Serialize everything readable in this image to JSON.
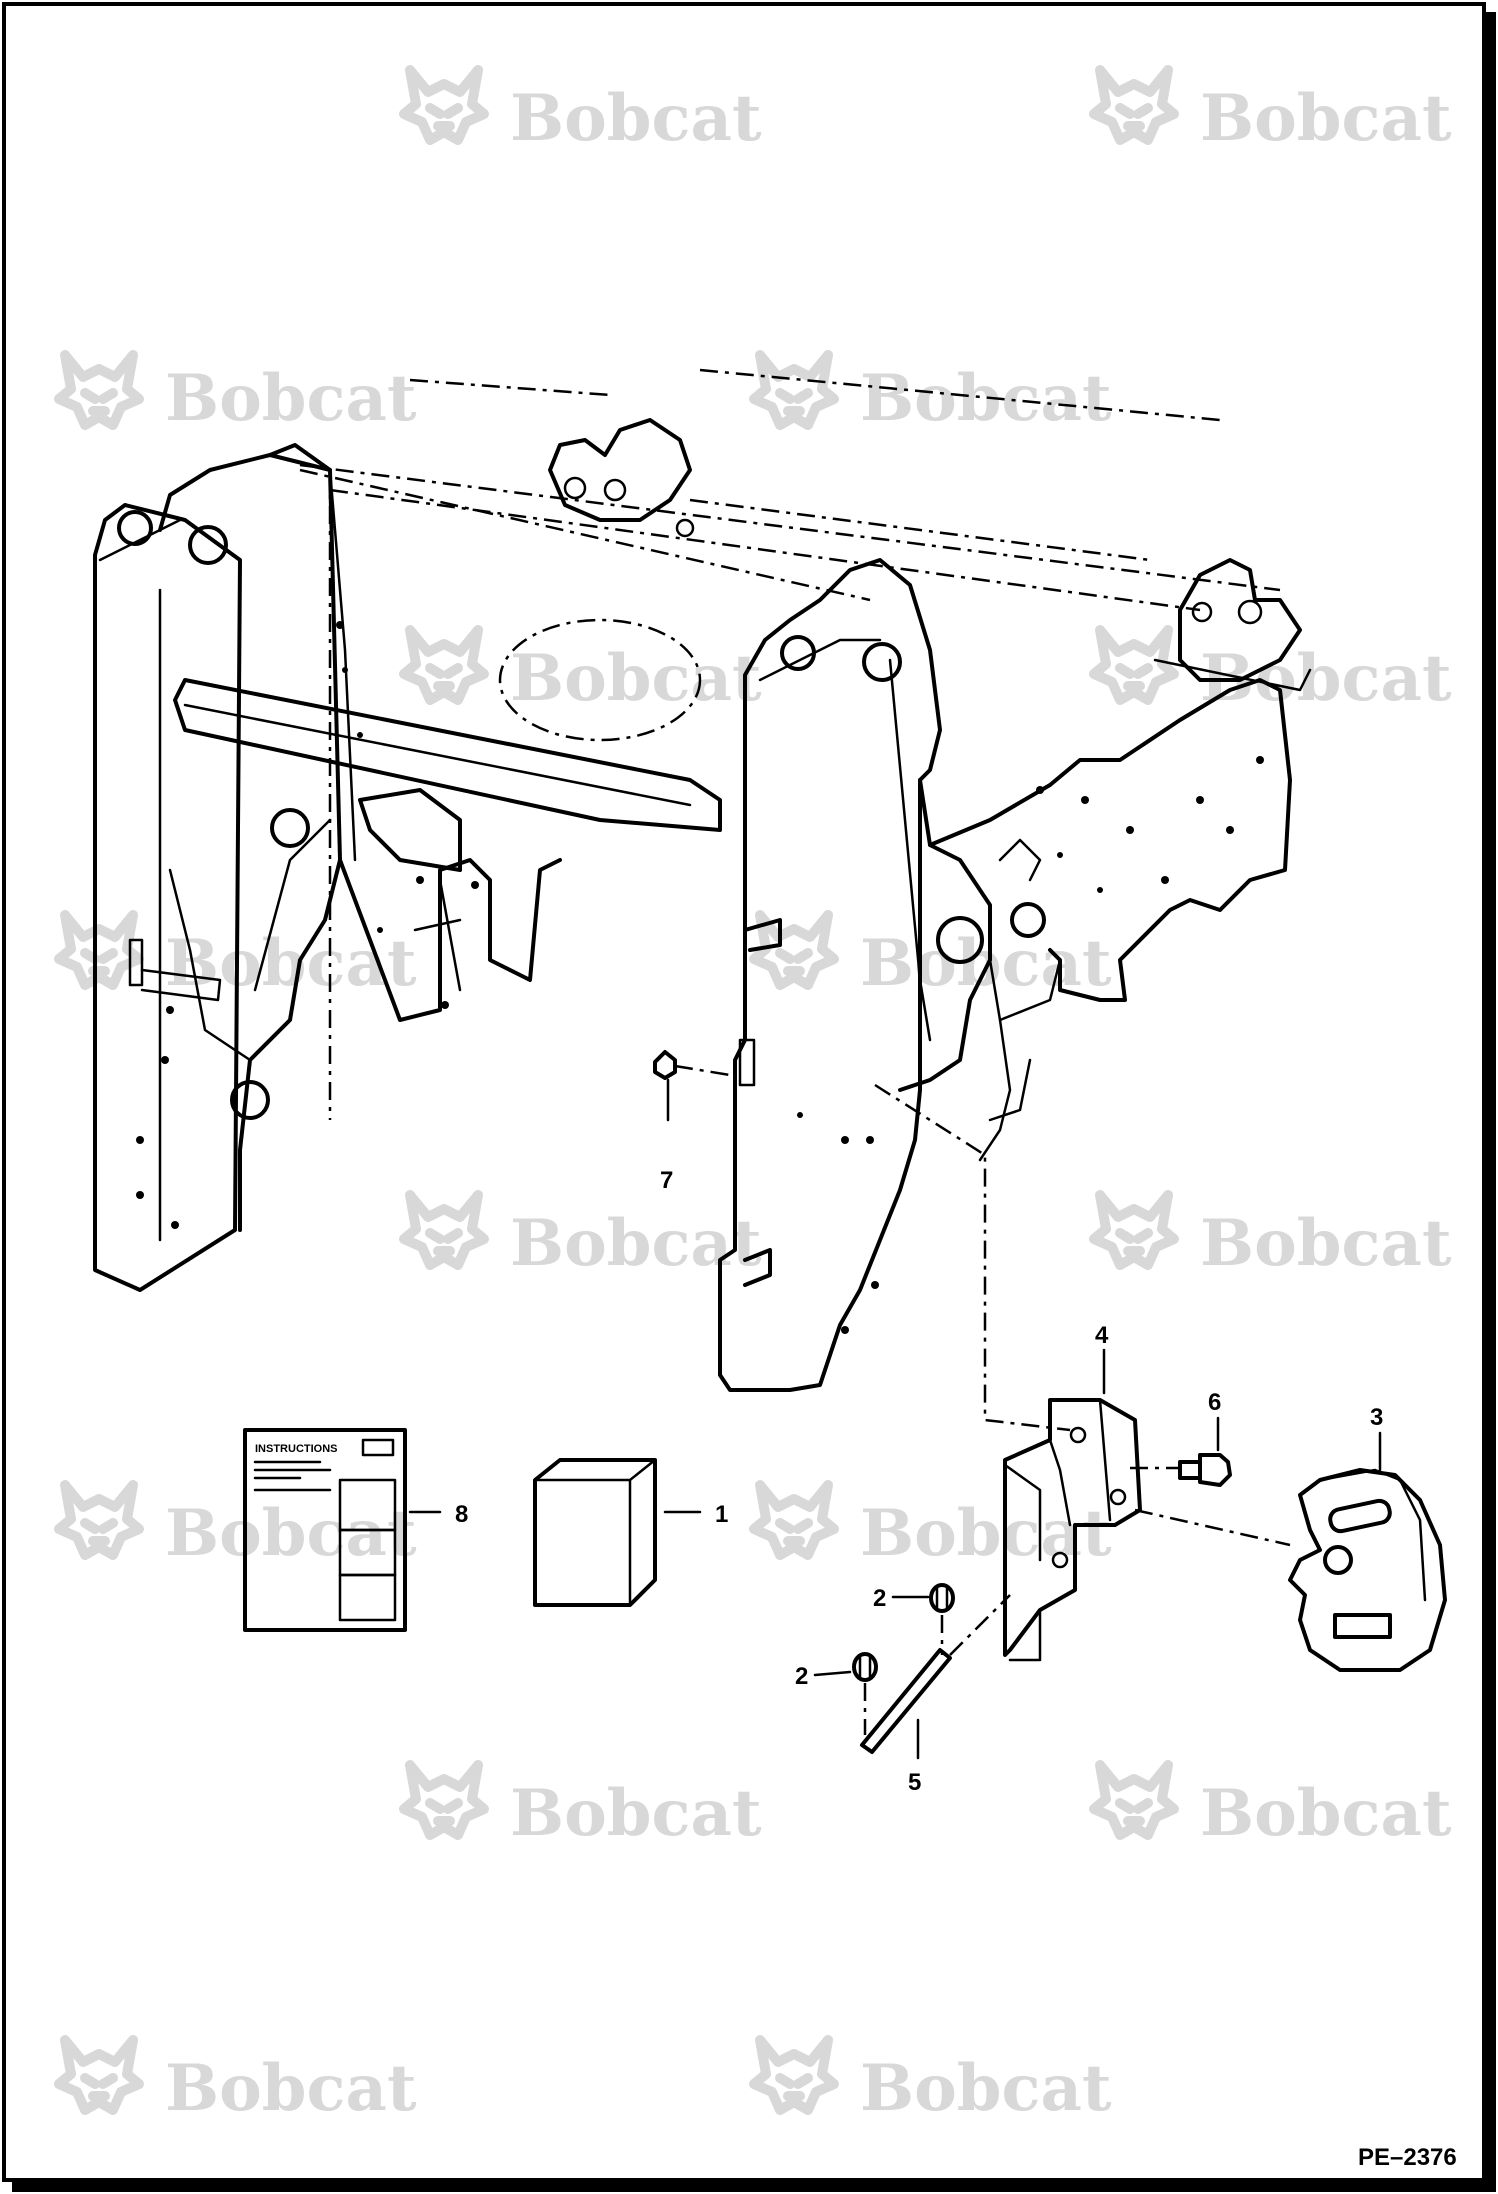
{
  "watermark": {
    "brand": "Bobcat",
    "trademark": ".",
    "icon": "bobcat-head-logo-icon"
  },
  "kit_sheet": {
    "heading": "INSTRUCTIONS"
  },
  "callouts": {
    "kit_box": "1",
    "nut_upper": "2",
    "nut_lower": "2",
    "counterweight": "3",
    "bracket": "4",
    "rod": "5",
    "bolt": "6",
    "frame_nut": "7",
    "instruction_sheet": "8"
  },
  "figure_id": "PE–2376"
}
